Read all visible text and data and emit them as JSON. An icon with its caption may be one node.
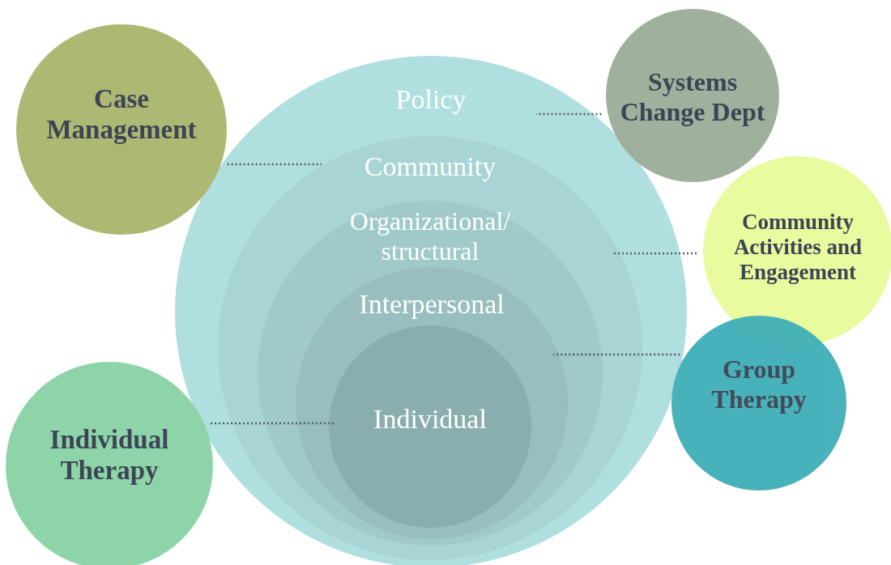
{
  "diagram": {
    "nodes": [
      {
        "text": [
          "Policy"
        ]
      },
      {
        "text": [
          "Community"
        ],
        "in": 0
      },
      {
        "text": [
          "Organizational/ structural"
        ],
        "in": 1
      },
      {
        "text": [
          "Interpersonal"
        ],
        "in": 2
      },
      {
        "text": [
          "Individual"
        ],
        "in": 3
      },
      {
        "text": [
          "Case Management"
        ]
      },
      {
        "text": [
          "Systems Change Dept"
        ]
      },
      {
        "text": [
          "Community Activities and Engagement"
        ]
      },
      {
        "text": [
          "Group Therapy"
        ]
      },
      {
        "text": [
          "Individual Therapy"
        ]
      }
    ],
    "edges": [
      {
        "from": 5,
        "to": 1,
        "arrow": "none",
        "style": "dashed"
      },
      {
        "from": 6,
        "to": 0,
        "arrow": "none",
        "style": "dashed"
      },
      {
        "from": 7,
        "to": 2,
        "arrow": "none",
        "style": "dashed"
      },
      {
        "from": 8,
        "to": 3,
        "arrow": "none",
        "style": "dashed"
      },
      {
        "from": 9,
        "to": 4,
        "arrow": "none",
        "style": "dashed"
      }
    ]
  }
}
